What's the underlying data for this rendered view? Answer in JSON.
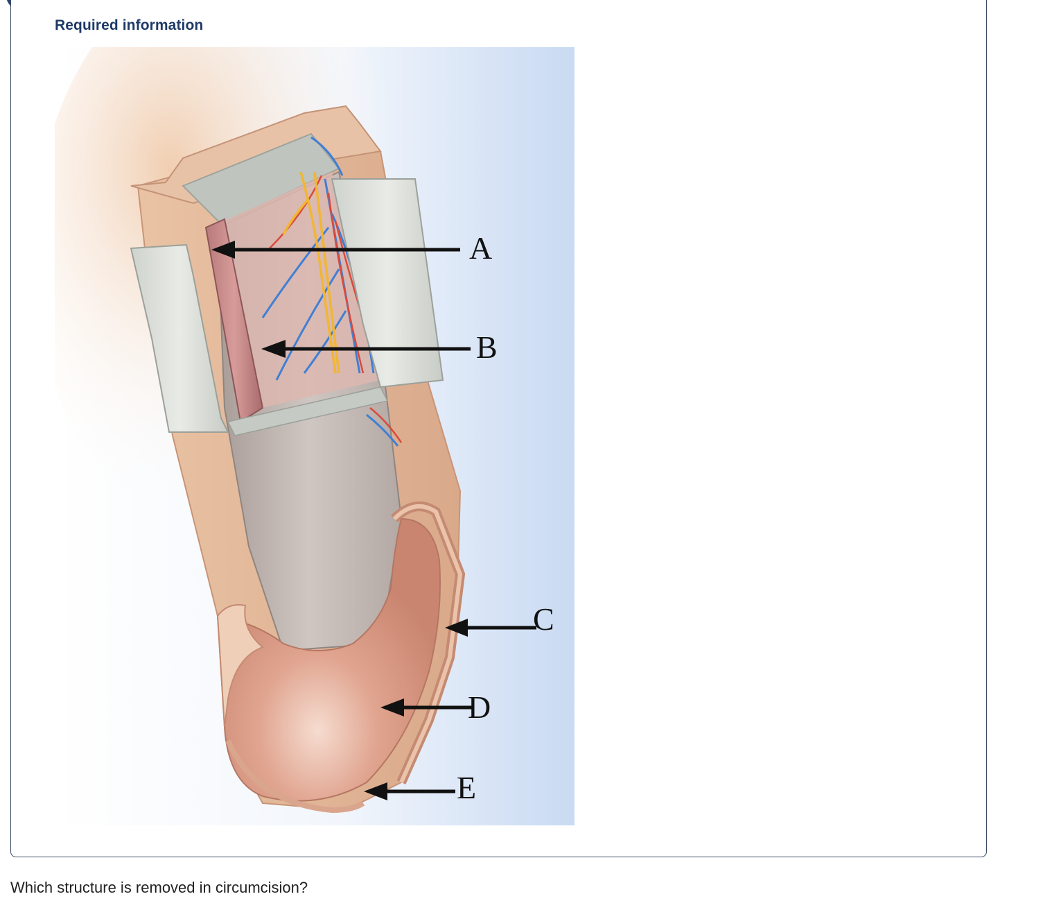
{
  "section": {
    "title": "Required information"
  },
  "figure": {
    "labels": {
      "a": "A",
      "b": "B",
      "c": "C",
      "d": "D",
      "e": "E"
    }
  },
  "question": {
    "text": "Which structure is removed in circumcision?"
  },
  "colors": {
    "title": "#1e3a66",
    "card_border": "#3a4a63",
    "badge": "#27456e"
  }
}
